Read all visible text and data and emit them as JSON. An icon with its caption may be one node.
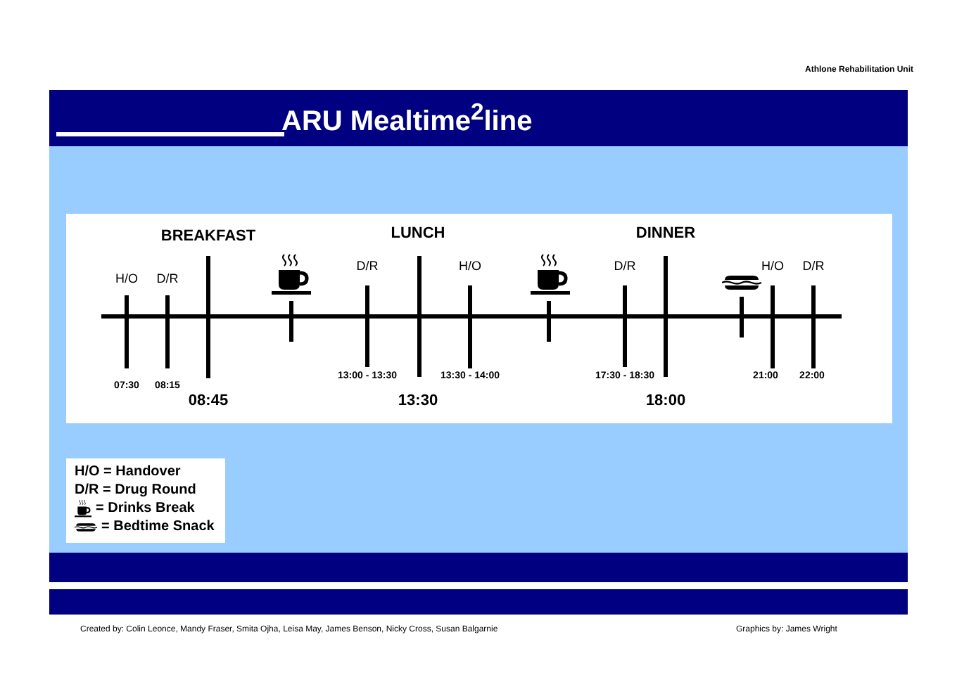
{
  "diagram": {
    "title": "ARU Mealtime$^{2}$line",
    "labels": [
      "Athlone Rehabilitation Unit",
      "BREAKFAST",
      "LUNCH",
      "DINNER",
      "H/O",
      "D/R",
      "D/R",
      "H/O",
      "D/R",
      "H/O",
      "D/R",
      "07:30",
      "08:15",
      "13:00 - 13:30",
      "13:30 - 14:00",
      "17:30 - 18:30",
      "21:00",
      "22:00",
      "08:45",
      "13:30",
      "18:00",
      "Created by: Colin Leonce, Mandy Fraser, Smita Ojha, Leisa May, James Benson, Nicky Cross, Susan Balgarnie",
      "Graphics by: James Wright"
    ],
    "legend": [
      {
        "text": "H/O = Handover"
      },
      {
        "text": "D/R = Drug Round"
      },
      {
        "text": "= Drinks Break"
      },
      {
        "text": "= Bedtime Snack"
      }
    ]
  }
}
